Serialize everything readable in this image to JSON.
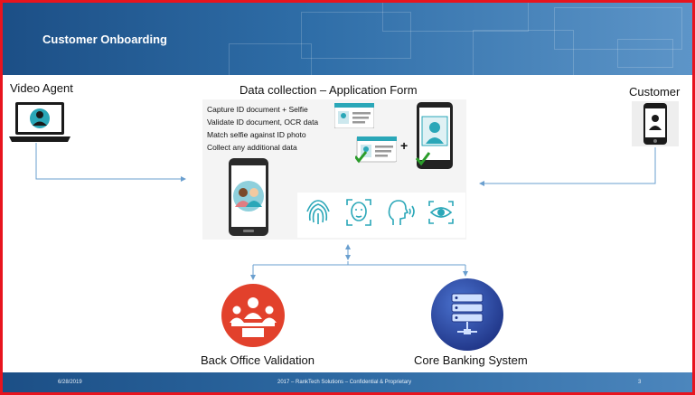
{
  "header": {
    "title": "Customer Onboarding"
  },
  "labels": {
    "video_agent": "Video Agent",
    "data_collection": "Data collection – Application Form",
    "customer": "Customer",
    "back_office": "Back Office Validation",
    "core_banking": "Core Banking System"
  },
  "steps": [
    "Capture ID document + Selfie",
    "Validate ID document, OCR data",
    "Match selfie against ID photo",
    "Collect any additional data"
  ],
  "plus_sign": "+",
  "footer": {
    "date": "6/28/2019",
    "copyright": "2017 – RankTech Solutions – Confidential & Proprietary",
    "page": "3"
  },
  "colors": {
    "header_blue": "#1c4f86",
    "teal": "#2aa7b8",
    "arrow_blue": "#6a9fcf",
    "back_office_red": "#e2412c",
    "core_banking_blue": "#2c4aa0",
    "border_red": "#e8141e"
  },
  "icons": [
    "laptop-agent-icon",
    "smartphone-customer-icon",
    "id-card-icon",
    "selfie-phone-icon",
    "fingerprint-icon",
    "face-scan-icon",
    "voice-recognition-icon",
    "eye-scan-icon",
    "back-office-team-icon",
    "server-database-icon"
  ]
}
